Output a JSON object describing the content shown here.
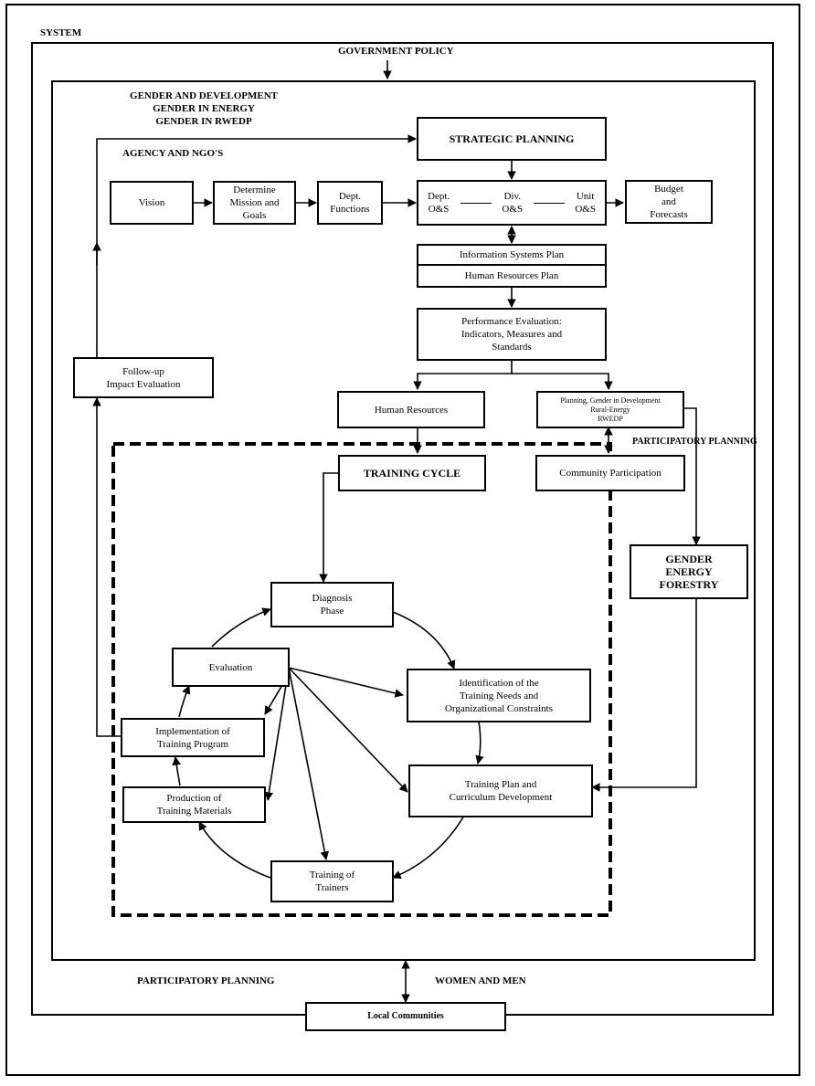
{
  "frames": {
    "system_label": "SYSTEM",
    "government_policy_label": "GOVERNMENT POLICY",
    "gender_labels": [
      "GENDER AND DEVELOPMENT",
      "GENDER IN ENERGY",
      "GENDER IN RWEDP"
    ],
    "agency_label": "AGENCY AND NGO'S"
  },
  "planning": {
    "strategic_planning": "STRATEGIC PLANNING",
    "vision": "Vision",
    "mission": "Determine\nMission and\nGoals",
    "dept_functions": "Dept.\nFunctions",
    "ons": {
      "dept": "Dept.\nO&S",
      "div": "Div.\nO&S",
      "unit": "Unit\nO&S"
    },
    "budget": "Budget\nand\nForecasts",
    "info_systems_plan": "Information Systems Plan",
    "hr_plan": "Human Resources Plan",
    "performance_evaluation": "Performance Evaluation:\nIndicators, Measures and\nStandards",
    "follow_up": "Follow-up\nImpact Evaluation",
    "human_resources": "Human Resources",
    "planning_gender": "Planning, Gender in Development\nRural-Energy\nRWEDP"
  },
  "participatory": {
    "right_label": "PARTICIPATORY PLANNING",
    "community_participation": "Community Participation",
    "gender_energy_forestry": "GENDER\nENERGY\nFORESTRY"
  },
  "training_cycle": {
    "title": "TRAINING CYCLE",
    "diagnosis": "Diagnosis\nPhase",
    "identification": "Identification of the\nTraining Needs and\nOrganizational Constraints",
    "training_plan": "Training Plan and\nCurriculum Development",
    "training_of_trainers": "Training of\nTrainers",
    "production": "Production of\nTraining Materials",
    "implementation": "Implementation of\nTraining Program",
    "evaluation": "Evaluation"
  },
  "bottom": {
    "participatory_planning": "PARTICIPATORY PLANNING",
    "women_and_men": "WOMEN AND MEN",
    "local_communities": "Local Communities"
  }
}
